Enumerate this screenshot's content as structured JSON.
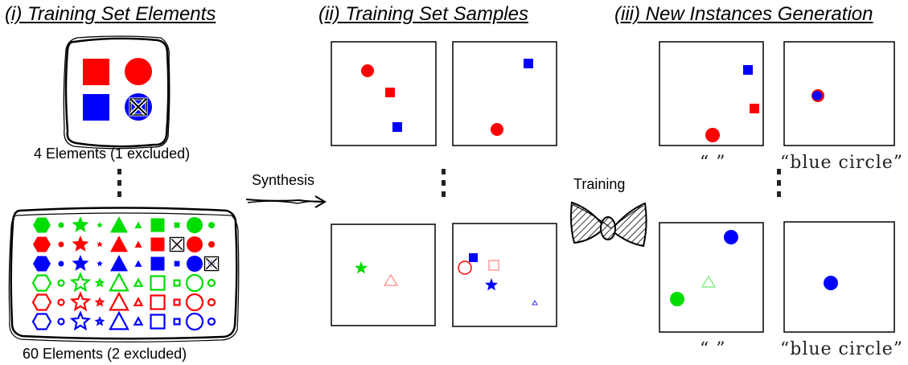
{
  "headings": {
    "training_elements": "(i) Training Set Elements",
    "training_samples": "(ii) Training Set Samples",
    "generation": "(iii) New Instances Generation"
  },
  "captions": {
    "small_set": "4 Elements (1 excluded)",
    "large_set": "60 Elements (2 excluded)"
  },
  "arrow_labels": {
    "synthesis": "Synthesis",
    "training": "Training"
  },
  "prompts": {
    "empty": "“ ”",
    "blue_circle": "“blue circle”"
  },
  "colors": {
    "red": "#ff0000",
    "green": "#00dd00",
    "blue": "#0000ff",
    "pink": "#ff9a9a",
    "light_green": "#88ee88"
  },
  "icons": [
    "excluded-cross-icon",
    "bowtie-icon",
    "sketch-arrow-icon"
  ]
}
